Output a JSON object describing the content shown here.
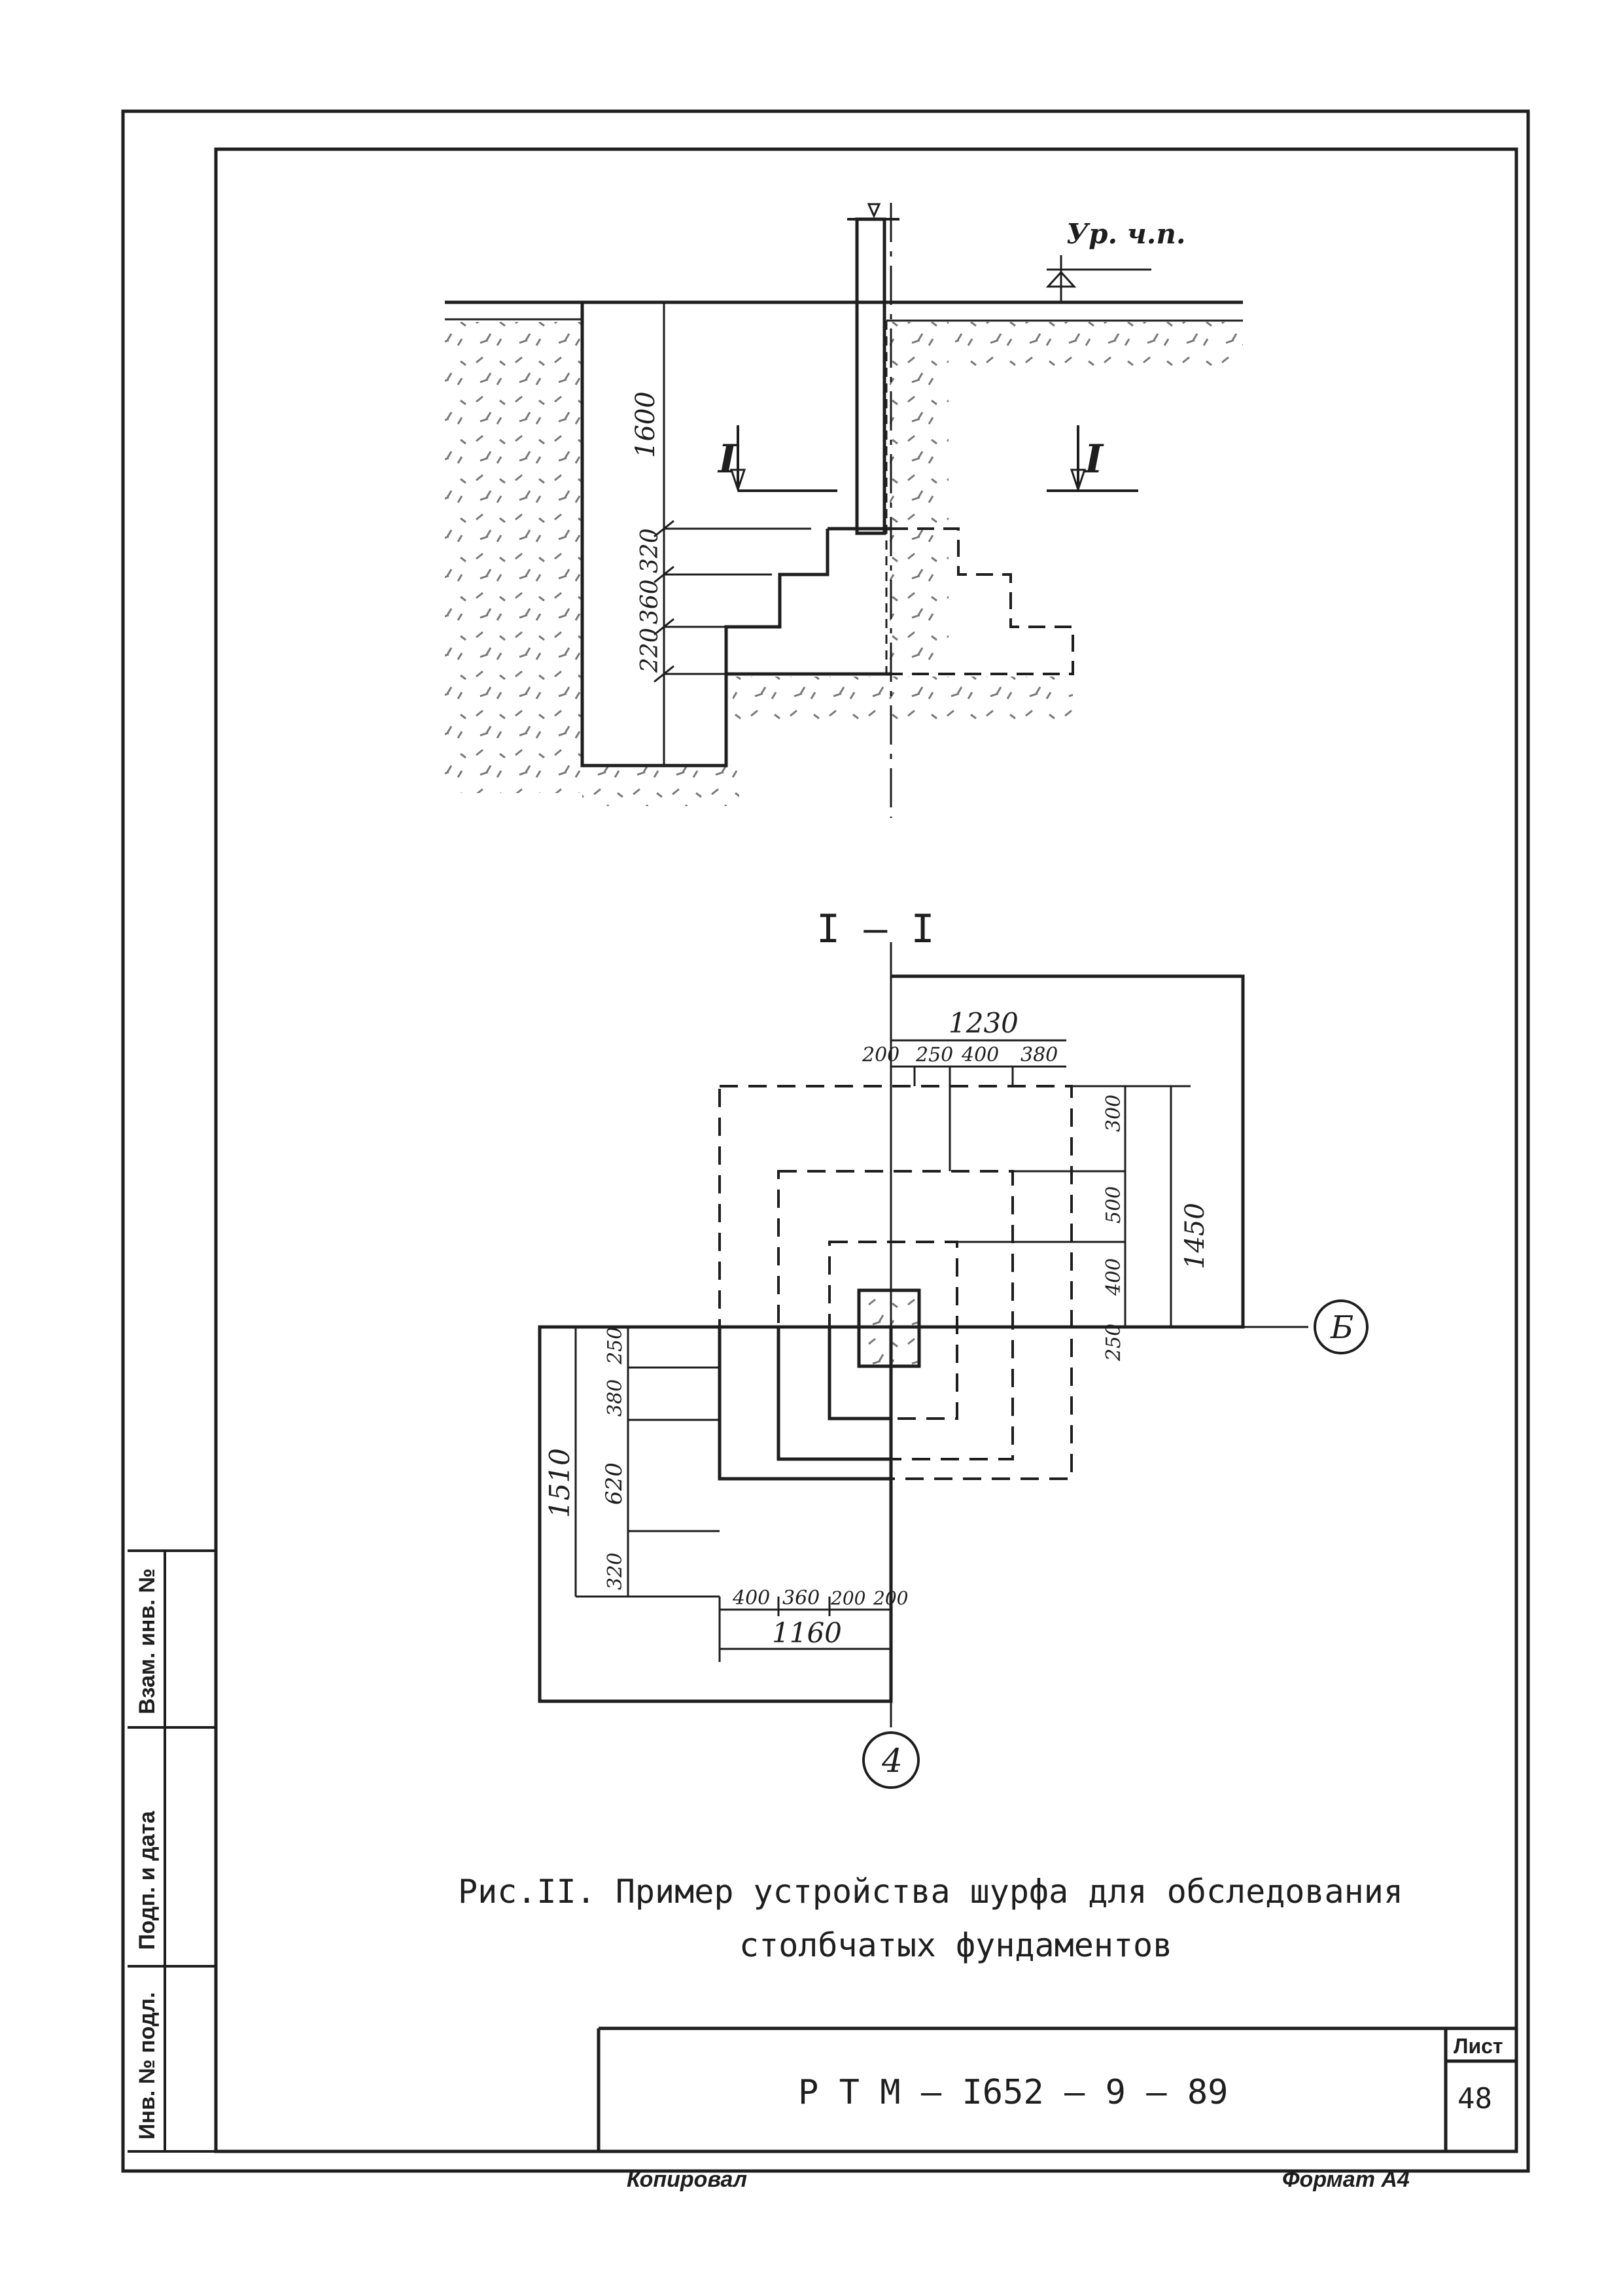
{
  "section": {
    "level_mark": "Ур. ч.п.",
    "cut_mark": "I",
    "dims_vertical": [
      "1600",
      "320",
      "360",
      "220"
    ]
  },
  "plan": {
    "title": "I – I",
    "dim_top_total": "1230",
    "dims_top": [
      "200",
      "250",
      "400",
      "380"
    ],
    "dim_right_total": "1450",
    "dims_right": [
      "300",
      "500",
      "400",
      "250"
    ],
    "dim_left_total": "1510",
    "dims_left": [
      "250",
      "380",
      "620",
      "320"
    ],
    "dims_bottom": [
      "400",
      "360",
      "200",
      "200"
    ],
    "dim_bottom_total": "1160",
    "axis_letter": "Б",
    "axis_number": "4"
  },
  "caption": {
    "line1": "Рис.II. Пример устройства шурфа для обследования",
    "line2": "столбчатых фундаментов"
  },
  "title_block": {
    "code": "Р Т М – I652 – 9 – 89",
    "sheet_label": "Лист",
    "sheet_number": "48"
  },
  "side_stamp": {
    "inv_no": "Инв. № подл.",
    "sign_date": "Подп. и дата",
    "replace_inv": "Взам. инв. №"
  },
  "footer": {
    "copied": "Копировал",
    "format": "Формат А4"
  },
  "colors": {
    "ink": "#1e1e1e",
    "paper": "#ffffff"
  }
}
